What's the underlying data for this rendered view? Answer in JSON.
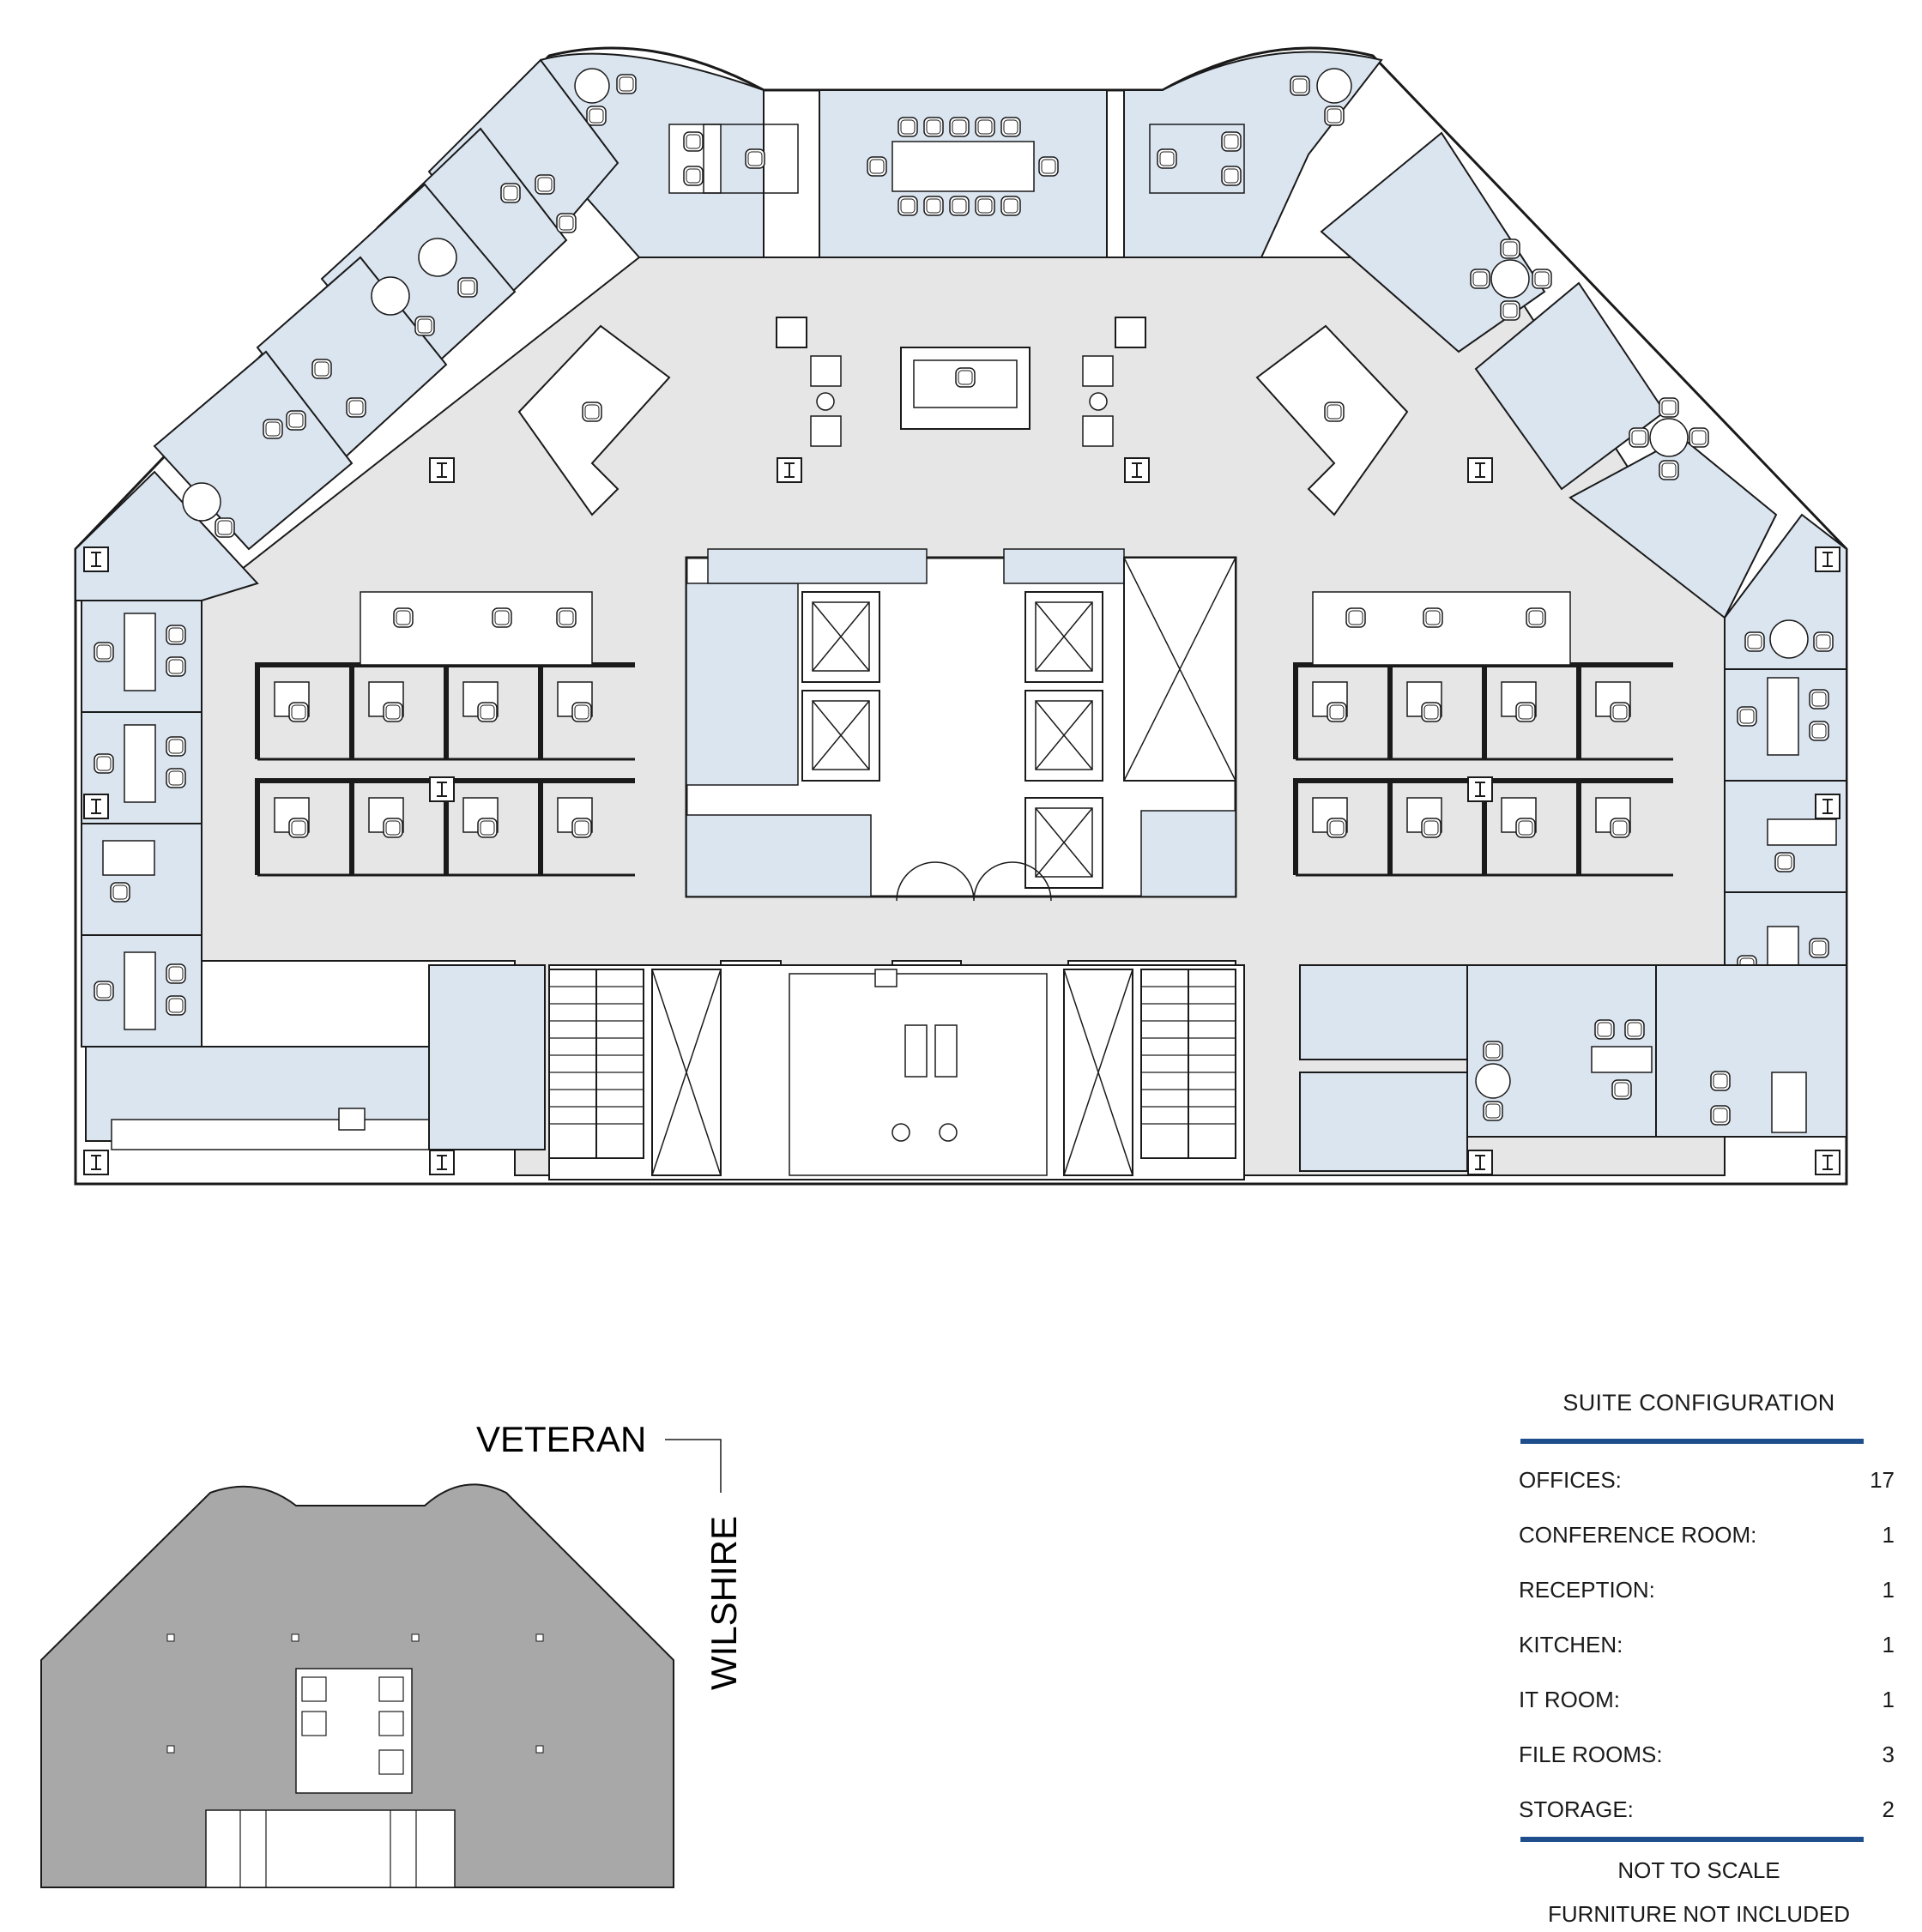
{
  "colors": {
    "room_fill": "#dbe5f0",
    "circulation_fill": "#e6e6e6",
    "key_plan_fill": "#a8a8a8",
    "rule_color": "#1f4e8c",
    "line": "#1a1a1a"
  },
  "key_plan": {
    "street_top": "VETERAN",
    "street_right": "WILSHIRE"
  },
  "legend": {
    "title": "SUITE CONFIGURATION",
    "rows": [
      {
        "label": "OFFICES:",
        "value": "17"
      },
      {
        "label": "CONFERENCE ROOM:",
        "value": "1"
      },
      {
        "label": "RECEPTION:",
        "value": "1"
      },
      {
        "label": "KITCHEN:",
        "value": "1"
      },
      {
        "label": "IT ROOM:",
        "value": "1"
      },
      {
        "label": "FILE ROOMS:",
        "value": "3"
      },
      {
        "label": "STORAGE:",
        "value": "2"
      }
    ],
    "note_scale": "NOT TO SCALE",
    "note_furniture": "FURNITURE NOT INCLUDED"
  }
}
